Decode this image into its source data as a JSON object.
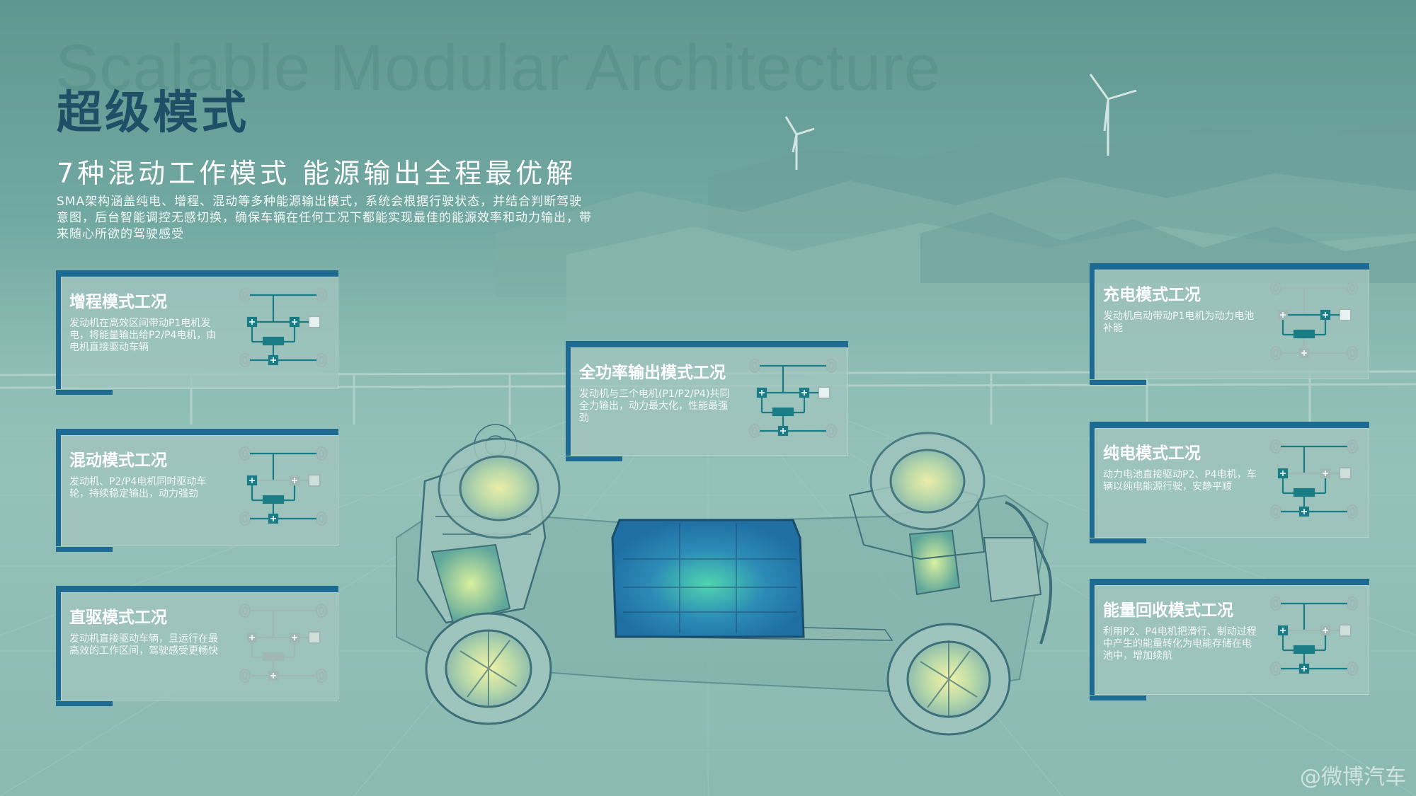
{
  "header": {
    "watermark": "Scalable Modular Architecture",
    "title": "超级模式",
    "subtitle": "7种混动工作模式 能源输出全程最优解",
    "description": "SMA架构涵盖纯电、增程、混动等多种能源输出模式，系统会根据行驶状态，并结合判断驾驶意图，后台智能调控无感切换，确保车辆在任何工况下都能实现最佳的能源效率和动力输出，带来随心所欲的驾驶感受"
  },
  "modes": [
    {
      "title": "增程模式工况",
      "desc": "发动机在高效区间带动P1电机发电，将能量输出给P2/P4电机，由电机直接驱动车辆"
    },
    {
      "title": "混动模式工况",
      "desc": "发动机、P2/P4电机同时驱动车轮，持续稳定输出，动力强劲"
    },
    {
      "title": "直驱模式工况",
      "desc": "发动机直接驱动车辆，且运行在最高效的工作区间，驾驶感受更畅快"
    },
    {
      "title": "全功率输出模式工况",
      "desc": "发动机与三个电机(P1/P2/P4)共同全力输出，动力最大化，性能最强劲"
    },
    {
      "title": "充电模式工况",
      "desc": "发动机启动带动P1电机为动力电池补能"
    },
    {
      "title": "纯电模式工况",
      "desc": "动力电池直接驱动P2、P4电机，车辆以纯电能源行驶，安静平顺"
    },
    {
      "title": "能量回收模式工况",
      "desc": "利用P2、P4电机把滑行、制动过程中产生的能量转化为电能存储在电池中，增加续航"
    }
  ],
  "footer": {
    "watermark": "@微博汽车"
  },
  "colors": {
    "accent": "#1d6a92",
    "title": "#1e4f66",
    "schematic_active": "#1a7d86",
    "schematic_inactive": "#9fb8b4"
  }
}
